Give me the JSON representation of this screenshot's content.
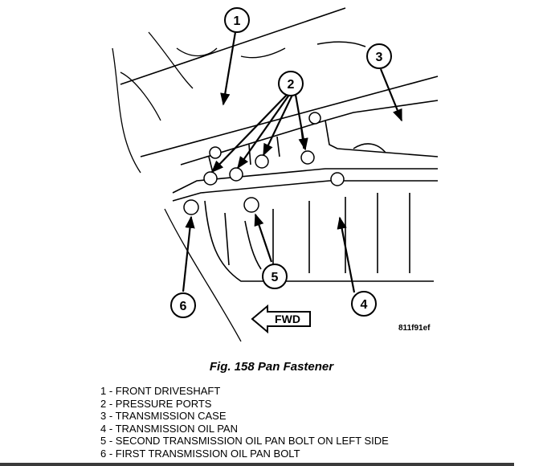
{
  "figure": {
    "id_code": "811f91ef",
    "fwd_label": "FWD",
    "callouts": [
      "1",
      "2",
      "3",
      "4",
      "5",
      "6"
    ]
  },
  "caption": "Fig. 158 Pan Fastener",
  "legend": [
    {
      "number": "1",
      "text": "FRONT DRIVESHAFT"
    },
    {
      "number": "2",
      "text": "PRESSURE PORTS"
    },
    {
      "number": "3",
      "text": "TRANSMISSION CASE"
    },
    {
      "number": "4",
      "text": "TRANSMISSION OIL PAN"
    },
    {
      "number": "5",
      "text": "SECOND TRANSMISSION OIL PAN BOLT ON LEFT SIDE"
    },
    {
      "number": "6",
      "text": "FIRST TRANSMISSION OIL PAN BOLT"
    }
  ]
}
